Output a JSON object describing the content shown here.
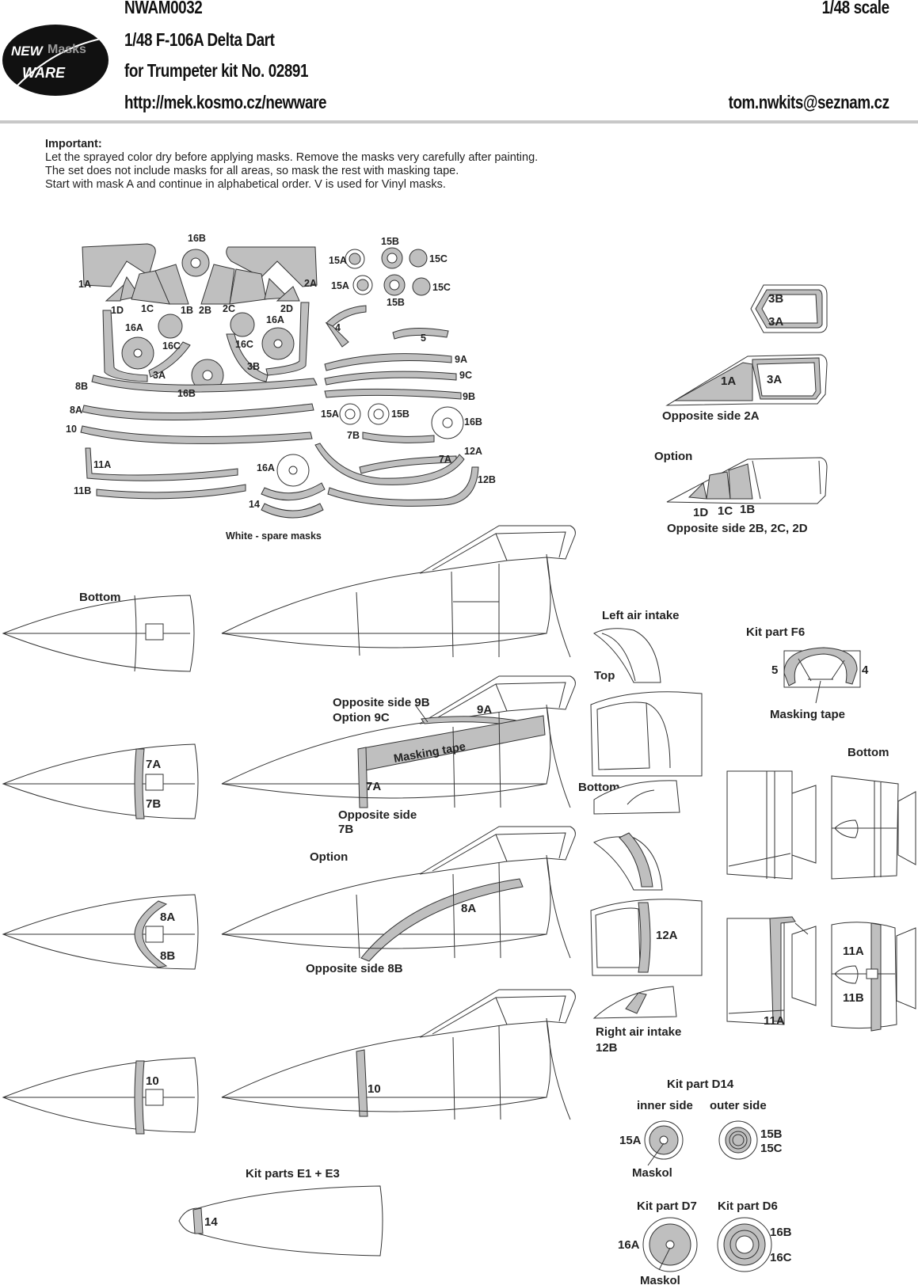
{
  "header": {
    "code": "NWAM0032",
    "scale": "1/48 scale",
    "title": "1/48 F-106A Delta Dart",
    "kit": "for Trumpeter kit No. 02891",
    "url": "http://mek.kosmo.cz/newware",
    "email": "tom.nwkits@seznam.cz"
  },
  "logo": {
    "line1": "NEW",
    "line2": "Masks",
    "line3": "WARE"
  },
  "notes": {
    "heading": "Important:",
    "lines": [
      "Let the sprayed color dry before applying masks. Remove the masks very carefully after painting.",
      "The set does not include masks for all areas, so mask the rest with masking tape.",
      "Start with mask A and continue in alphabetical order. V is used for Vinyl masks."
    ]
  },
  "mask_sheet": {
    "labels": [
      "16B",
      "15B",
      "15A",
      "15C",
      "15A",
      "15C",
      "15B",
      "1A",
      "2A",
      "1D",
      "1C",
      "1B",
      "2B",
      "2C",
      "2D",
      "16A",
      "16A",
      "16C",
      "16C",
      "4",
      "5",
      "3A",
      "3B",
      "16B",
      "9A",
      "9C",
      "9B",
      "8B",
      "8A",
      "10",
      "15A",
      "15B",
      "16B",
      "7B",
      "7A",
      "12A",
      "11A",
      "16A",
      "12B",
      "11B",
      "14"
    ],
    "footer": "White - spare masks"
  },
  "canopy_views": {
    "a_labels": [
      "3B",
      "3A"
    ],
    "b_labels": [
      "1A",
      "3A"
    ],
    "b_caption": "Opposite side 2A",
    "option_title": "Option",
    "c_labels": [
      "1D",
      "1C",
      "1B"
    ],
    "c_caption": "Opposite side 2B, 2C, 2D"
  },
  "diagrams": {
    "bottom1": "Bottom",
    "left_air_intake": "Left air intake",
    "top": "Top",
    "bottom2": "Bottom",
    "kit_f6": "Kit part F6",
    "f6_5": "5",
    "f6_4": "4",
    "masking_tape": "Masking tape",
    "bottom3": "Bottom",
    "opp_9b": "Opposite side 9B",
    "option_9c": "Option 9C",
    "lbl_9a": "9A",
    "masking_tape_strip": "Masking tape",
    "lbl_7a_side": "7A",
    "lbl_7a": "7A",
    "lbl_7b": "7B",
    "opp_7b_1": "Opposite side",
    "opp_7b_2": "7B",
    "option2": "Option",
    "lbl_8a_nose": "8A",
    "lbl_8b_nose": "8B",
    "lbl_8a_side": "8A",
    "opp_8b": "Opposite side 8B",
    "lbl_12a": "12A",
    "right_air_intake": "Right air intake",
    "lbl_12b": "12B",
    "lbl_11a_r": "11A",
    "lbl_11b_r": "11B",
    "lbl_11a_b": "11A",
    "lbl_10_nose": "10",
    "lbl_10_side": "10",
    "kit_e1_e3": "Kit parts E1 + E3",
    "lbl_14": "14",
    "kit_d14": "Kit part D14",
    "inner_side": "inner side",
    "outer_side": "outer side",
    "d14_15a": "15A",
    "d14_15b": "15B",
    "d14_15c": "15C",
    "maskol1": "Maskol",
    "kit_d7": "Kit part D7",
    "kit_d6": "Kit part D6",
    "d7_16a": "16A",
    "d6_16b": "16B",
    "d6_16c": "16C",
    "maskol2": "Maskol"
  },
  "colors": {
    "mask_fill": "#bfbfbf",
    "line": "#333333",
    "rule": "#c8c8c8"
  }
}
